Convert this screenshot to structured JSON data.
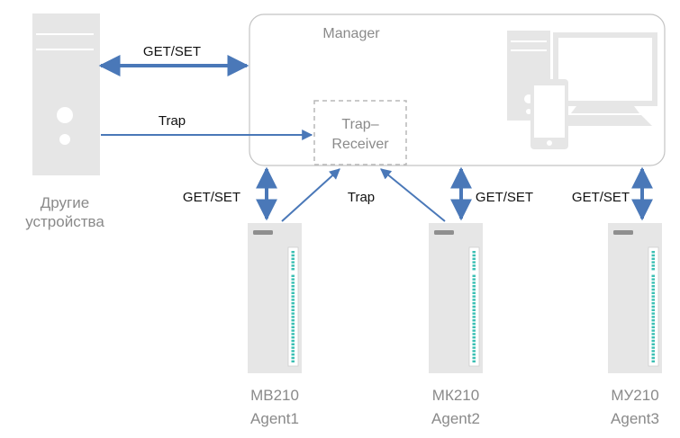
{
  "manager": {
    "label": "Manager"
  },
  "trap_receiver": {
    "line1": "Trap–",
    "line2": "Receiver"
  },
  "other_devices": {
    "line1": "Другие",
    "line2": "устройства"
  },
  "arrows": {
    "get_set_top": "GET/SET",
    "trap_top": "Trap",
    "get_set_agent1": "GET/SET",
    "trap_middle": "Trap",
    "get_set_agent2": "GET/SET",
    "get_set_agent3": "GET/SET"
  },
  "agents": [
    {
      "model": "МВ210",
      "name": "Agent1"
    },
    {
      "model": "МК210",
      "name": "Agent2"
    },
    {
      "model": "МУ210",
      "name": "Agent3"
    }
  ],
  "colors": {
    "arrow": "#4a78b8",
    "device": "#e6e6e6",
    "label": "#8a8a8a",
    "led": "#3cc0b4"
  }
}
